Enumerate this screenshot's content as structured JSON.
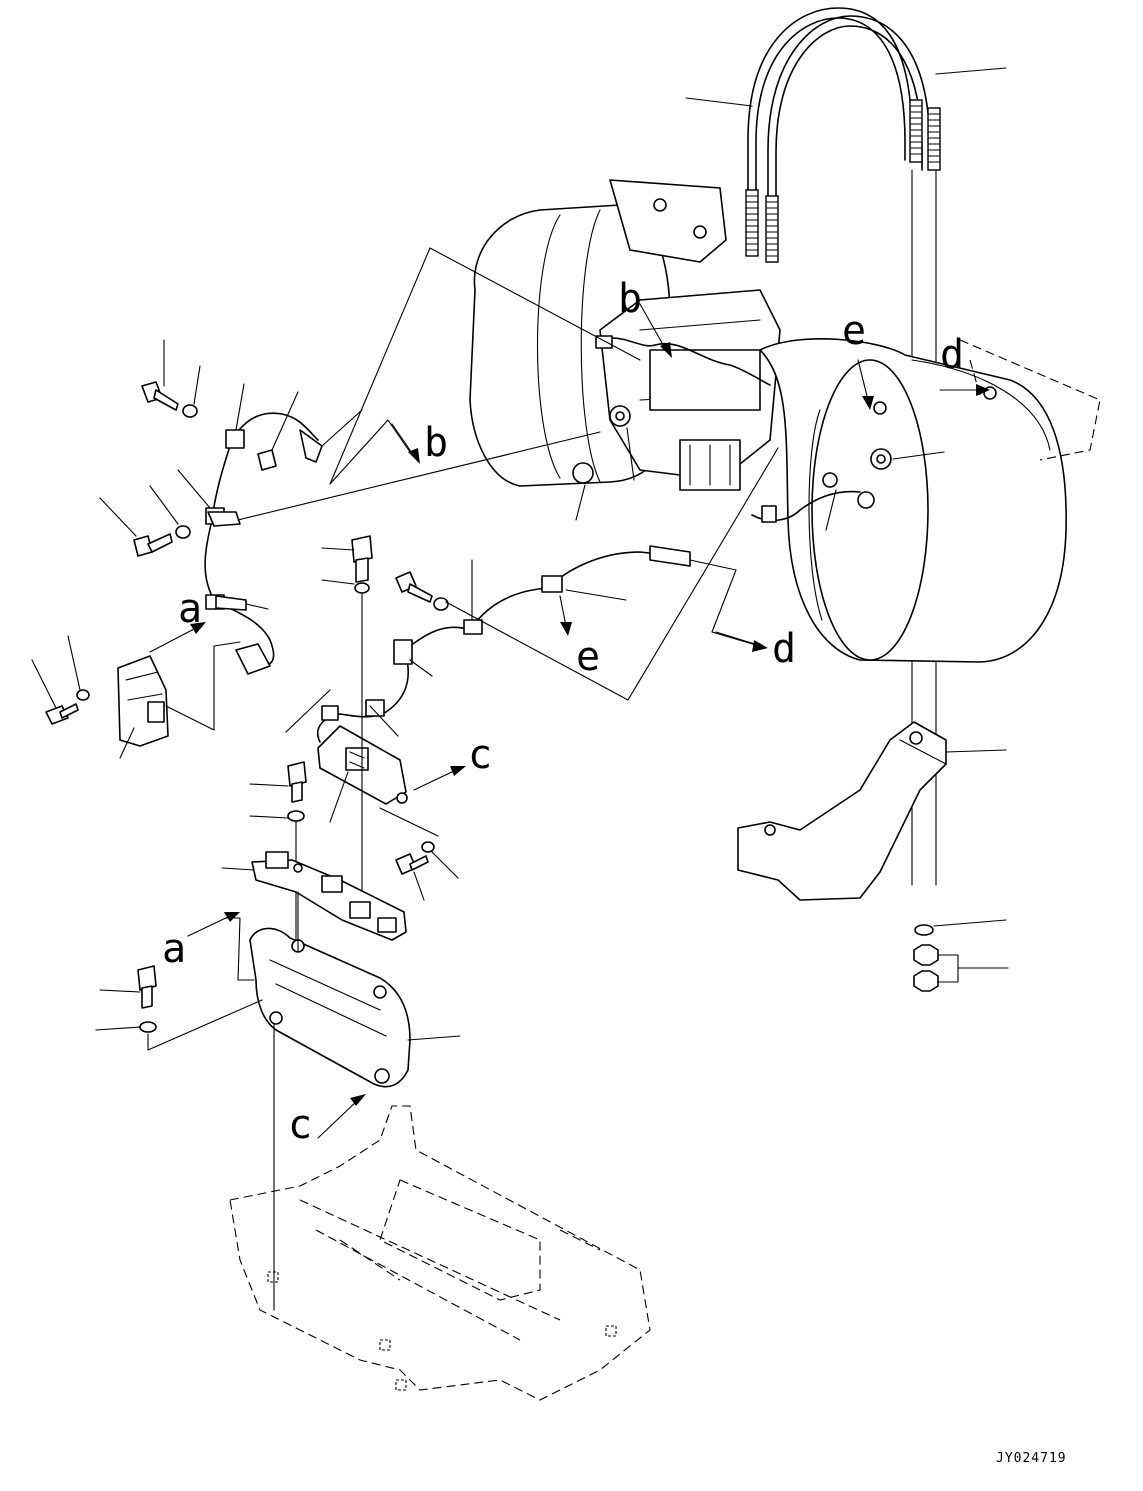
{
  "labels": {
    "a_upper": "a",
    "a_lower": "a",
    "b_left": "b",
    "b_right": "b",
    "c_right": "c",
    "c_lower": "c",
    "d_right": "d",
    "d_lower": "d",
    "e_right": "e",
    "e_lower": "e"
  },
  "drawing_code": "JY024719"
}
